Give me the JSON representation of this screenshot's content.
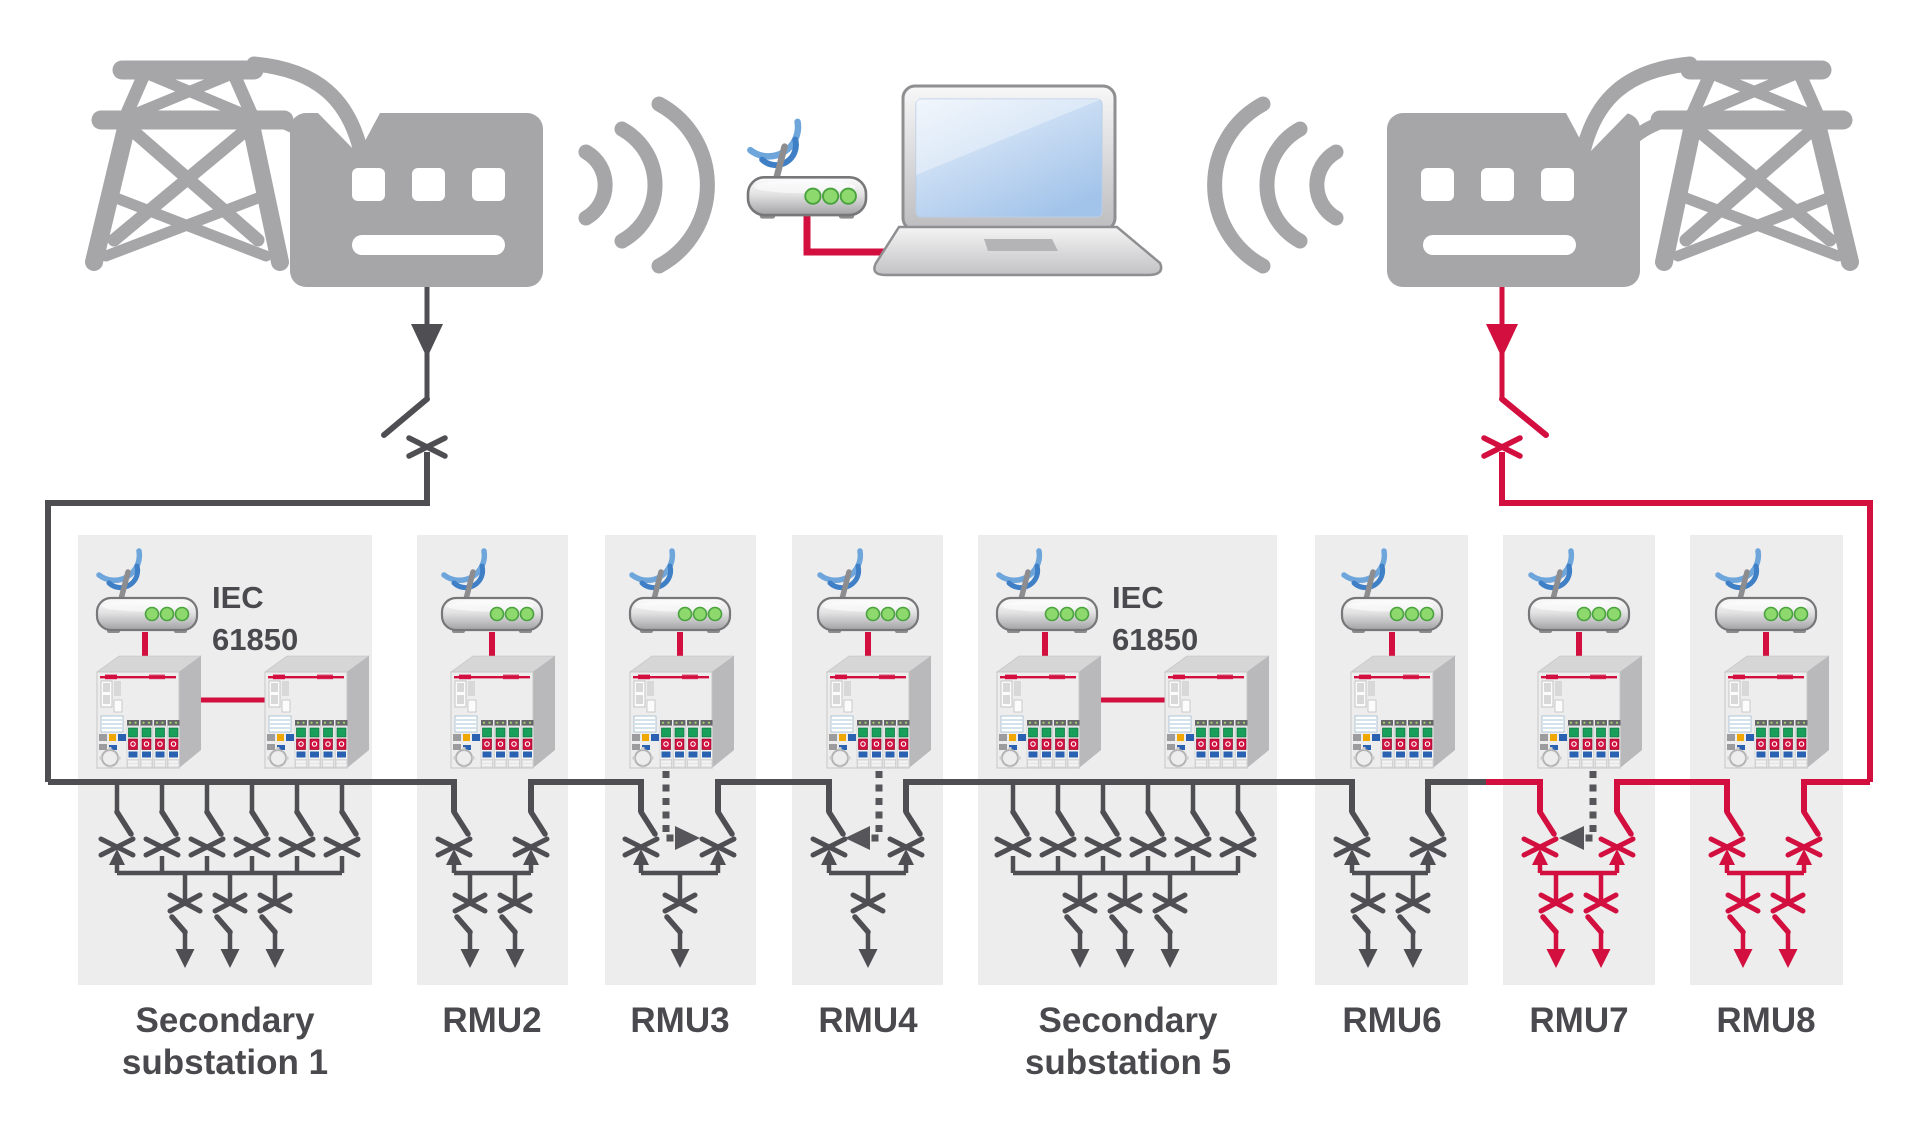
{
  "iec_label": {
    "line1": "IEC",
    "line2": "61850"
  },
  "panels": [
    {
      "id": "secondary-substation-1",
      "label_line1": "Secondary",
      "label_line2": "substation 1",
      "type": "secondary-substation",
      "ring_switches": 6,
      "load_feeders": 3,
      "rtus": 2,
      "has_iec_label": true,
      "color": "dark"
    },
    {
      "id": "rmu2",
      "label_line1": "RMU2",
      "label_line2": "",
      "type": "ring-main-unit",
      "ring_switches": 2,
      "load_feeders": 2,
      "rtus": 1,
      "has_iec_label": false,
      "color": "dark"
    },
    {
      "id": "rmu3",
      "label_line1": "RMU3",
      "label_line2": "",
      "type": "ring-main-unit",
      "ring_switches": 2,
      "load_feeders": 1,
      "rtus": 1,
      "has_iec_label": false,
      "color": "dark",
      "open_point_arrow": "right"
    },
    {
      "id": "rmu4",
      "label_line1": "RMU4",
      "label_line2": "",
      "type": "ring-main-unit",
      "ring_switches": 2,
      "load_feeders": 1,
      "rtus": 1,
      "has_iec_label": false,
      "color": "dark",
      "open_point_arrow": "left"
    },
    {
      "id": "secondary-substation-5",
      "label_line1": "Secondary",
      "label_line2": "substation 5",
      "type": "secondary-substation",
      "ring_switches": 6,
      "load_feeders": 3,
      "rtus": 2,
      "has_iec_label": true,
      "color": "dark"
    },
    {
      "id": "rmu6",
      "label_line1": "RMU6",
      "label_line2": "",
      "type": "ring-main-unit",
      "ring_switches": 2,
      "load_feeders": 2,
      "rtus": 1,
      "has_iec_label": false,
      "color": "dark"
    },
    {
      "id": "rmu7",
      "label_line1": "RMU7",
      "label_line2": "",
      "type": "ring-main-unit",
      "ring_switches": 2,
      "load_feeders": 2,
      "rtus": 1,
      "has_iec_label": false,
      "color": "red",
      "open_point_arrow": "left"
    },
    {
      "id": "rmu8",
      "label_line1": "RMU8",
      "label_line2": "",
      "type": "ring-main-unit",
      "ring_switches": 2,
      "load_feeders": 2,
      "rtus": 1,
      "has_iec_label": false,
      "color": "red"
    }
  ],
  "icons": {
    "left_site": "substation-with-tower-icon",
    "right_site": "substation-with-tower-icon",
    "center": [
      "wifi-router-icon",
      "laptop-icon"
    ],
    "panel": [
      "wifi-router-icon",
      "rtu-icon"
    ]
  },
  "colors": {
    "line_dark": "#4f4f53",
    "line_red": "#d20f3f",
    "icon_gray": "#a6a6a8",
    "panel_background": "#ededee",
    "wifi_blue": "#4e8ed2",
    "led_green": "#8ed96d",
    "label_text": "#4a4a4e"
  }
}
